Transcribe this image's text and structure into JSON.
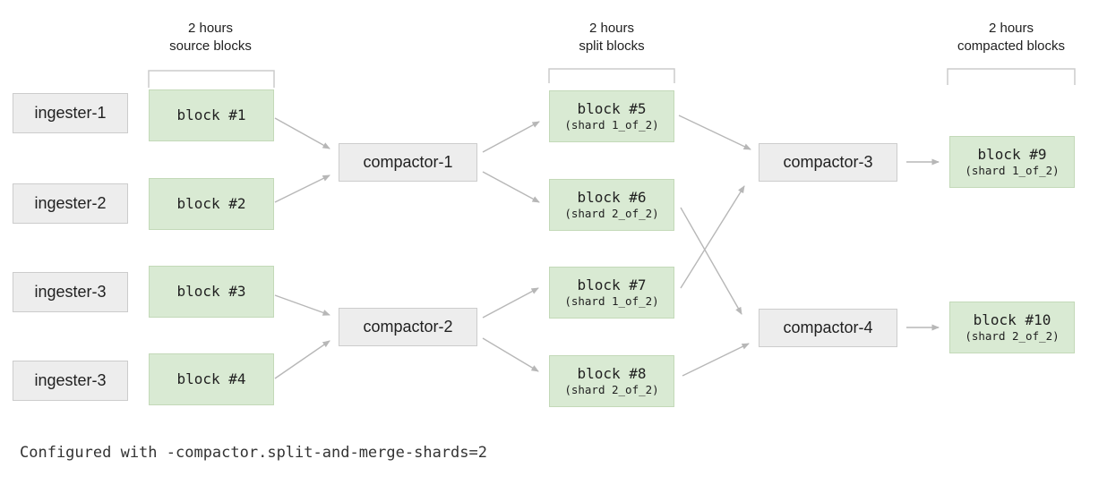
{
  "diagram": {
    "headers": {
      "source": {
        "line1": "2 hours",
        "line2": "source blocks"
      },
      "split": {
        "line1": "2 hours",
        "line2": "split blocks"
      },
      "compacted": {
        "line1": "2 hours",
        "line2": "compacted blocks"
      }
    },
    "ingesters": [
      {
        "label": "ingester-1"
      },
      {
        "label": "ingester-2"
      },
      {
        "label": "ingester-3"
      },
      {
        "label": "ingester-3"
      }
    ],
    "source_blocks": [
      {
        "label": "block #1"
      },
      {
        "label": "block #2"
      },
      {
        "label": "block #3"
      },
      {
        "label": "block #4"
      }
    ],
    "split_compactors": [
      {
        "label": "compactor-1"
      },
      {
        "label": "compactor-2"
      }
    ],
    "split_blocks": [
      {
        "label": "block #5",
        "shard": "(shard 1_of_2)"
      },
      {
        "label": "block #6",
        "shard": "(shard 2_of_2)"
      },
      {
        "label": "block #7",
        "shard": "(shard 1_of_2)"
      },
      {
        "label": "block #8",
        "shard": "(shard 2_of_2)"
      }
    ],
    "merge_compactors": [
      {
        "label": "compactor-3"
      },
      {
        "label": "compactor-4"
      }
    ],
    "compacted_blocks": [
      {
        "label": "block #9",
        "shard": "(shard 1_of_2)"
      },
      {
        "label": "block #10",
        "shard": "(shard 2_of_2)"
      }
    ],
    "caption": "Configured with -compactor.split-and-merge-shards=2",
    "colors": {
      "block_fill": "#d9ead3",
      "block_border": "#c3d9b8",
      "node_fill": "#ededed",
      "node_border": "#cccccc",
      "arrow": "#b7b7b7",
      "bracket": "#cccccc",
      "text": "#212121"
    }
  }
}
